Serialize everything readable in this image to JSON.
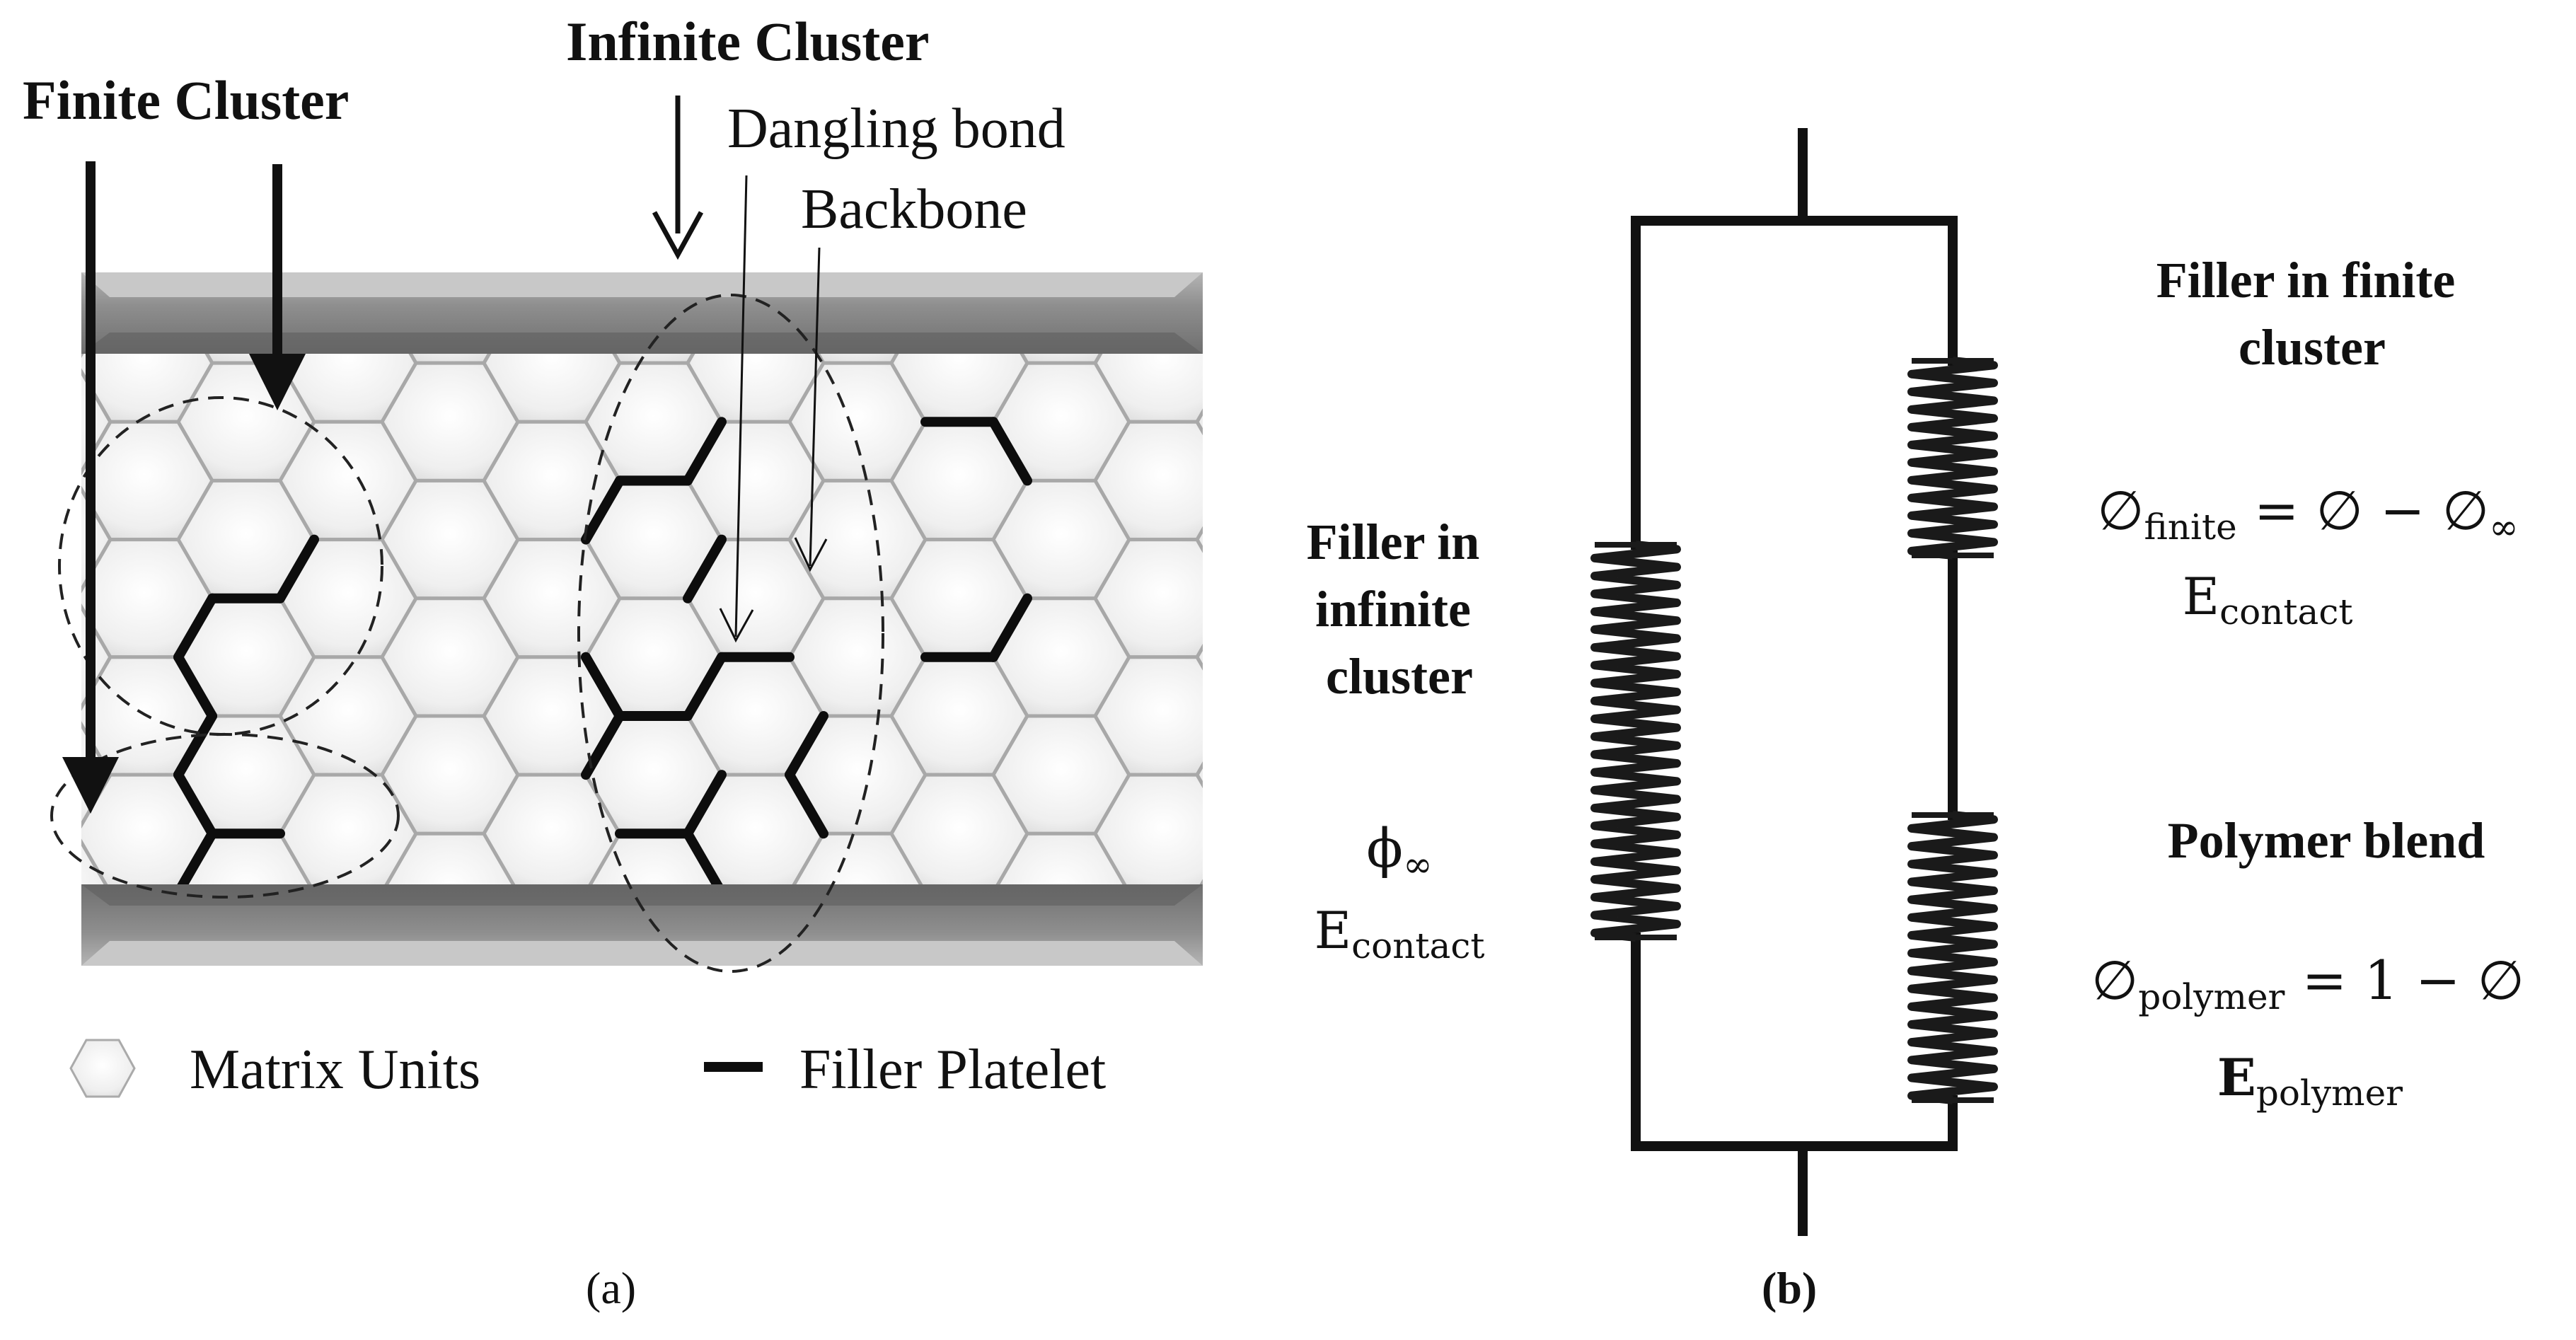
{
  "panel_a": {
    "label_finite_cluster": "Finite Cluster",
    "label_infinite_cluster": "Infinite Cluster",
    "label_dangling_bond": "Dangling bond",
    "label_backbone": "Backbone",
    "legend_matrix_units": "Matrix Units",
    "legend_filler_platelet": "Filler Platelet",
    "caption": "(a)"
  },
  "panel_b": {
    "label_filler_finite": [
      "Filler in finite",
      "cluster"
    ],
    "label_filler_infinite": [
      "Filler in",
      "infinite",
      "cluster"
    ],
    "label_polymer_blend": "Polymer blend",
    "eq_finite": {
      "lhs": "∅",
      "lhs_sub": "finite",
      "rhs": " = ∅ − ∅",
      "rhs_sub": "∞"
    },
    "e_contact_right": {
      "base": "E",
      "sub": "contact"
    },
    "phi_inf": {
      "base": "ϕ",
      "sub": "∞"
    },
    "e_contact_left": {
      "base": "E",
      "sub": "contact"
    },
    "eq_polymer": {
      "lhs": "∅",
      "lhs_sub": "polymer",
      "rhs": " = 1 − ∅"
    },
    "e_polymer": {
      "base": "E",
      "sub": "polymer"
    },
    "caption": "(b)"
  },
  "colors": {
    "ink": "#111111",
    "wall": "#8a8a8a",
    "hex_edge": "#a8a8a8",
    "filler": "#0d0d0d"
  }
}
